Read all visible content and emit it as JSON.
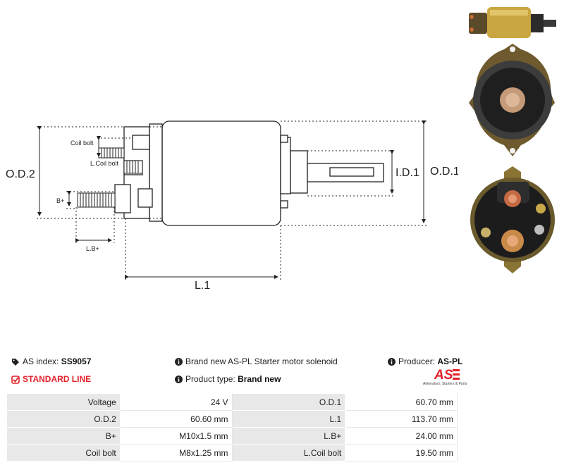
{
  "drawing": {
    "labels": {
      "od2": "O.D.2",
      "od1": "O.D.1",
      "id1": "I.D.1",
      "l1": "L.1",
      "coil_bolt": "Coil bolt",
      "l_coil_bolt": "L.Coil bolt",
      "b_plus": "B+",
      "l_b_plus": "L.B+"
    }
  },
  "photos": {
    "icons": [
      "solenoid-side-photo",
      "solenoid-back-photo",
      "solenoid-terminal-photo"
    ]
  },
  "info": {
    "as_index_label": "AS index:",
    "as_index_value": "SS9057",
    "line_label": "STANDARD LINE",
    "description": "Brand new AS-PL Starter motor solenoid",
    "product_type_label": "Product type:",
    "product_type_value": "Brand new",
    "producer_label": "Producer:",
    "producer_value": "AS-PL",
    "logo_text": "AS",
    "logo_tagline": "Alternators, Starters & Parts",
    "accent_color": "#e3212a"
  },
  "spec_table": {
    "rows": [
      {
        "k1": "Voltage",
        "v1": "24 V",
        "k2": "O.D.1",
        "v2": "60.70 mm"
      },
      {
        "k1": "O.D.2",
        "v1": "60.60 mm",
        "k2": "L.1",
        "v2": "113.70 mm"
      },
      {
        "k1": "B+",
        "v1": "M10x1.5 mm",
        "k2": "L.B+",
        "v2": "24.00 mm"
      },
      {
        "k1": "Coil bolt",
        "v1": "M8x1.25 mm",
        "k2": "L.Coil bolt",
        "v2": "19.50 mm"
      }
    ]
  }
}
